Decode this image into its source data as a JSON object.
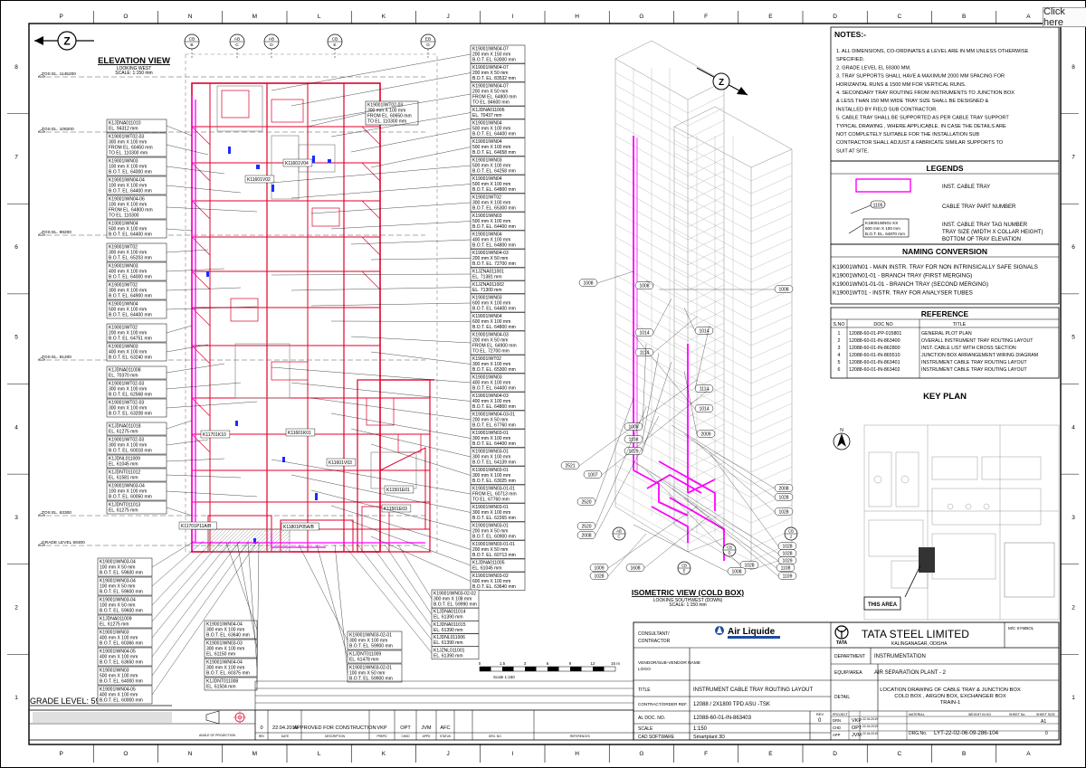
{
  "border": {
    "columns": [
      "P",
      "O",
      "N",
      "M",
      "L",
      "K",
      "J",
      "I",
      "H",
      "G",
      "F",
      "E",
      "D",
      "C",
      "B",
      "A"
    ],
    "rows": [
      "8",
      "7",
      "6",
      "5",
      "4",
      "3",
      "2",
      "1"
    ]
  },
  "elevation": {
    "title": "ELEVATION VIEW",
    "subtitle1": "LOOKING WEST",
    "subtitle2": "SCALE: 1:150 mm",
    "bubbles": [
      {
        "top": "CB",
        "bot": "B"
      },
      {
        "top": "AB",
        "bot": "C"
      },
      {
        "top": "AB",
        "bot": "D"
      },
      {
        "top": "CB",
        "bot": "E"
      },
      {
        "top": "EB",
        "bot": "G"
      }
    ],
    "levels": [
      "TOS EL. 1145200",
      "TOS EL. 108200",
      "TOS EL. 99200",
      "TOS EL. 81200",
      "TOS EL. 63300",
      "GRADE LEVEL 59300"
    ],
    "grade_label": "GRADE LEVEL: 59300 mm",
    "equipment": [
      "K11601V02",
      "K11601V04",
      "K11701K10",
      "K11601K01",
      "K11601V03",
      "K11501E01",
      "K11501E03",
      "K11701P11A/B",
      "K11801P05A/B"
    ]
  },
  "callouts_left": [
    [
      "K1JDNA011010",
      "EL. 94312 mm"
    ],
    [
      "K19001IWT02-03",
      "300 mm X 100 mm",
      "FROM EL. 60450 mm",
      "TO EL. 110300 mm"
    ],
    [
      "K19001IWN03",
      "100 mm X 100 mm",
      "B.O.T. EL. 64000 mm"
    ],
    [
      "K19001IWN04-04",
      "100 mm X 100 mm",
      "B.O.T. EL. 64400 mm"
    ],
    [
      "K19001IWN04-06",
      "100 mm X 100 mm",
      "FROM EL. 64800 mm",
      "TO EL. 110300"
    ],
    [
      "K19001IWN04",
      "500 mm X 100 mm",
      "B.O.T. EL. 64400 mm"
    ],
    [
      "K19001IWT02",
      "300 mm X 100 mm",
      "B.O.T. EL. 65203 mm"
    ],
    [
      "K19001IWN03",
      "400 mm X 100 mm",
      "B.O.T. EL. 64000 mm"
    ],
    [
      "K19001IWT02",
      "300 mm X 100 mm",
      "B.O.T. EL. 64900 mm"
    ],
    [
      "K19001IWN04",
      "500 mm X 100 mm",
      "B.O.T. EL. 64400 mm"
    ],
    [
      "K19001IWT02",
      "200 mm X 100 mm",
      "B.O.T. EL. 64751 mm"
    ],
    [
      "K19001IWN03",
      "400 mm X 100 mm",
      "B.O.T. EL. 63240 mm"
    ],
    [
      "K1JDNA011008",
      "EL. 70370 mm"
    ],
    [
      "K19001IWT02-03",
      "300 mm X 100 mm",
      "B.O.T. EL. 62568 mm"
    ],
    [
      "K19001IWT02-03",
      "300 mm X 100 mm",
      "B.O.T. EL. 63208 mm"
    ],
    [
      "K1JDNA011018",
      "EL. 61275 mm"
    ],
    [
      "K19001IWT02-03",
      "300 mm X 100 mm",
      "B.O.T. EL. 60018 mm"
    ],
    [
      "K1JDNL011009",
      "EL. 61045 mm"
    ],
    [
      "K1JDNT011012",
      "EL. 61581 mm"
    ],
    [
      "K19001IWN03-04",
      "100 mm X 100 mm",
      "B.O.T. EL. 60050 mm"
    ],
    [
      "K1JDNT011013",
      "EL. 61275 mm"
    ]
  ],
  "callouts_bottom_left": [
    [
      "K19001IWN03-04",
      "100 mm X 50 mm",
      "B.O.T. EL. 59600 mm"
    ],
    [
      "K19001IWN03-04",
      "100 mm X 50 mm",
      "B.O.T. EL. 59600 mm"
    ],
    [
      "K19001IWN03-04",
      "100 mm X 50 mm",
      "B.O.T. EL. 59600 mm"
    ],
    [
      "K1JDNA011009",
      "EL. 61275 mm"
    ],
    [
      "K19001IWN03",
      "400 mm X 100 mm",
      "B.O.T. EL. 60366 mm"
    ],
    [
      "K19001IWN04-05",
      "400 mm X 100 mm",
      "B.O.T. EL. 63650 mm"
    ],
    [
      "K19001IWN03",
      "500 mm X 100 mm",
      "B.O.T. EL. 64000 mm"
    ],
    [
      "K19001IWN04-05",
      "400 mm X 100 mm",
      "B.O.T. EL. 60000 mm"
    ]
  ],
  "callouts_bottom_mid": [
    [
      "K19001IWN04-04",
      "300 mm X 100 mm",
      "B.O.T. EL. 63640 mm"
    ],
    [
      "K19001IWN03-03",
      "300 mm X 100 mm",
      "EL. 61150 mm"
    ],
    [
      "K19001IWN04-04",
      "300 mm X 100 mm",
      "B.O.T. EL. 60375 mm"
    ],
    [
      "K1JDNT011008",
      "EL. 61504 mm"
    ]
  ],
  "callouts_bottom_mid2": [
    [
      "K19001IWN03-02-01",
      "300 mm X 100 mm",
      "B.O.T. EL. 59900 mm"
    ],
    [
      "K1JDNT011009",
      "EL. 61478 mm"
    ],
    [
      "K19001IWN03-02-01",
      "100 mm X 50 mm",
      "B.O.T. EL. 59900 mm"
    ]
  ],
  "callout_top_mid": [
    "K19001IWT02-03",
    "300 mm X 100 mm",
    "FROM EL. 60650 mm",
    "TO EL. 110300 mm"
  ],
  "callouts_right": [
    [
      "K19001IWN04-07",
      "200 mm X 150 mm",
      "B.O.T. EL. 63000 mm"
    ],
    [
      "K19001IWN04-07",
      "200 mm X 50 mm",
      "B.O.T. EL. 83532 mm"
    ],
    [
      "K19001IWN04-07",
      "200 mm X 50 mm",
      "FROM EL. 64800 mm",
      "TO EL. 84600 mm"
    ],
    [
      "K1JDNA011006",
      "EL. 70437 mm"
    ],
    [
      "K19001IWN04",
      "500 mm X 100 mm",
      "B.O.T. EL. 64400 mm"
    ],
    [
      "K19001IWN04",
      "500 mm X 100 mm",
      "B.O.T. EL. 64658 mm"
    ],
    [
      "K19001IWN03",
      "500 mm X 100 mm",
      "B.O.T. EL. 64258 mm"
    ],
    [
      "K19001IWN04",
      "500 mm X 100 mm",
      "B.O.T. EL. 64800 mm"
    ],
    [
      "K19001IWT02",
      "300 mm X 100 mm",
      "B.O.T. EL. 65300 mm"
    ],
    [
      "K19001IWN03",
      "500 mm X 100 mm",
      "B.O.T. EL. 64400 mm"
    ],
    [
      "K19001IWN04",
      "400 mm X 100 mm",
      "B.O.T. EL. 64800 mm"
    ],
    [
      "K19001IWN04-03",
      "200 mm X 50 mm",
      "B.O.T. EL. 72700 mm"
    ],
    [
      "K1JZNA011001",
      "EL. 71381 mm"
    ],
    [
      "K1JZNA011002",
      "EL. 71300 mm"
    ],
    [
      "K19001IWN03",
      "600 mm X 100 mm",
      "B.O.T. EL. 64400 mm"
    ],
    [
      "K19001IWN04",
      "600 mm X 100 mm",
      "B.O.T. EL. 64800 mm"
    ],
    [
      "K19001IWN04-03",
      "200 mm X 50 mm",
      "FROM EL. 64900 mm",
      "TO EL. 72700 mm"
    ],
    [
      "K19001IWT02",
      "300 mm X 100 mm",
      "B.O.T. EL. 65300 mm"
    ],
    [
      "K19001IWN03",
      "400 mm X 100 mm",
      "B.O.T. EL. 64400 mm"
    ],
    [
      "K19001IWN04-03",
      "400 mm X 100 mm",
      "B.O.T. EL. 64800 mm"
    ],
    [
      "K19001IWN04-03-01",
      "200 mm X 50 mm",
      "B.O.T. EL. 67760 mm"
    ],
    [
      "K19001IWN03-01",
      "300 mm X 100 mm",
      "B.O.T. EL. 64400 mm"
    ],
    [
      "K19001IWN03-01",
      "300 mm X 100 mm",
      "B.O.T. EL. 64139 mm"
    ],
    [
      "K19001IWN03-01",
      "300 mm X 100 mm",
      "B.O.T. EL. 63025 mm"
    ],
    [
      "K19001IWN03-01-01",
      "FROM EL. 60713 mm",
      "TO EL. 67760 mm"
    ],
    [
      "K19001IWN03-01",
      "300 mm X 100 mm",
      "B.O.T. EL. 62265 mm"
    ],
    [
      "K19001IWN03-01",
      "200 mm X 50 mm",
      "B.O.T. EL. 60900 mm"
    ],
    [
      "K19001IWN03-01-01",
      "200 mm X 50 mm",
      "B.O.T. EL. 60713 mm"
    ],
    [
      "K1JDNA011005",
      "EL. 61045 mm"
    ],
    [
      "K19001IWN03-02",
      "600 mm X 100 mm",
      "B.O.T. EL. 63640 mm"
    ]
  ],
  "callouts_right_bottom": [
    [
      "K19001IWN03-02-02",
      "300 mm X 108 mm",
      "B.O.T. EL. 59990 mm"
    ],
    [
      "K1JDNA011014",
      "EL. 61390 mm"
    ],
    [
      "K1JDNA011015",
      "EL. 61390 mm"
    ],
    [
      "K1JDNL011006",
      "EL. 61390 mm"
    ],
    [
      "K1JZNL011001",
      "EL. 61390 mm"
    ]
  ],
  "isometric": {
    "title": "ISOMETRIC VIEW (COLD BOX)",
    "subtitle1": "LOOKING SOUTHWEST (DOWN)",
    "subtitle2": "SCALE: 1:150 mm",
    "tags": [
      "1008",
      "1008",
      "1008",
      "1014",
      "1014",
      "1114",
      "1114",
      "1014",
      "1008",
      "1108",
      "1029",
      "2009",
      "2521",
      "1007",
      "2520",
      "2520",
      "2008",
      "2008",
      "1028",
      "1028",
      "1028",
      "1028",
      "1028",
      "1029",
      "1108",
      "1109",
      "1009",
      "1608",
      "1008",
      "1028"
    ],
    "bubbles": [
      {
        "top": "AB",
        "bot": "C"
      },
      {
        "top": "CB",
        "bot": "E"
      },
      {
        "top": "CB",
        "bot": "D"
      },
      {
        "top": "CB",
        "bot": "2"
      }
    ]
  },
  "scale_bar": {
    "ticks": [
      "0",
      "1.5",
      "3",
      "6",
      "9",
      "12",
      "15 m"
    ],
    "label": "Scale 1:150"
  },
  "notes": {
    "title": "NOTES:-",
    "items": [
      "1. ALL DIMENSIONS, CO-ORDINATES & LEVEL ARE IN MM UNLESS OTHERWISE",
      "    SPECIFIED.",
      "2. GRADE LEVEL EL 59300 MM.",
      "3. TRAY SUPPORTS SHALL HAVE A MAXIMUM 2000 MM SPACING FOR",
      "    HORIZANTAL RUNS & 1500 MM FOR VERTICAL RUNS.",
      "4. SECONDARY TRAY ROUTING FROM INSTRUMENTS TO JUNCTION BOX",
      "& LESS THAN 150 MM WIDE TRAY SIZE SHALL BE DESIGNED &",
      "INSTALLED BY FIELD SUB CONTRACTOR.",
      "5. CABLE TRAY SHALL BE SUPPORTED AS PER CABLE TRAY SUPPORT",
      "TYPICAL DRAWING , WHERE APPLICABLE. IN CASE THE DETAILS ARE",
      "NOT COMPLETELY SUITABLE FOR THE INSTALLATION SUB",
      "CONTRACTOR SHALL ADJUST & FABRICATE SIMILAR SUPPORTS TO",
      "SUIT AT SITE."
    ]
  },
  "legends": {
    "title": "LEGENDS",
    "cable_tray": "INST. CABLE TRAY",
    "part_tag": "1105",
    "part_label": "CABLE TRAY PART NUMBER",
    "tag_box": [
      "K19001WN01-XX",
      "600 mm X 100 mm",
      "B.O.T. EL. 64870 mm"
    ],
    "tag_label1": "INST. CABLE TRAY TAG NUMBER",
    "tag_label2": "TRAY SIZE (WIDTH X COLLAR HEIGHT)",
    "tag_label3": "BOTTOM OF TRAY ELEVATION",
    "tray_color": "#ff00ff"
  },
  "naming": {
    "title": "NAMING CONVERSION",
    "rows": [
      "K19001WN01 - MAIN INSTR. TRAY FOR NON INTRINSICALLY SAFE SIGNALS",
      "K19001WN01-01    - BRANCH TRAY (FIRST MERGING)",
      "K19001WN01-01-01 - BRANCH TRAY (SECOND MERGING)",
      "K19001WT01 - INSTR. TRAY FOR ANALYSER TUBES"
    ]
  },
  "reference": {
    "title": "REFERENCE",
    "headers": [
      "S.NO",
      "DOC NO",
      "TITLE"
    ],
    "rows": [
      [
        "1",
        "12088-60-01-PP-015801",
        "GENERAL PLOT PLAN"
      ],
      [
        "2",
        "12088-60-01-IN-863400",
        "OVERALL INSTRUMENT TRAY ROUTING LAYOUT"
      ],
      [
        "3",
        "12088-60-01-IN-862800",
        "INST. CABLE LIST WITH CROSS SECTION"
      ],
      [
        "4",
        "12088-60-01-IN-865510",
        "JUNCTION BOX ARRANGEMENT WIRING DIAGRAM"
      ],
      [
        "5",
        "12088-60-01-IN-863401",
        "INSTRUMENT CABLE TRAY ROUTING LAYOUT"
      ],
      [
        "6",
        "12088-60-01-IN-863402",
        "INSTRUMENT CABLE TRAY ROUTING LAYOUT"
      ]
    ]
  },
  "key_plan": {
    "title": "KEY PLAN",
    "this_area": "THIS AREA",
    "north": "N"
  },
  "title_block": {
    "consultant_label": "CONSULTANT/ CONTRACTOR",
    "consultant_logo": "Air Liquide",
    "vendor_label": "VENDOR/SUB-VENDOR NAME, LOGO",
    "owner_name": "TATA STEEL LIMITED",
    "owner_loc": "KALINGANAGAR, ODISHA",
    "owner_logo": "TATA",
    "department_label": "DEPARTMENT",
    "department": "INSTRUMENTATION",
    "equipment_label": "EQUIP/AREA",
    "equipment": "AIR SEPARATION PLANT - 2",
    "title_label": "TITLE",
    "title": "INSTRUMENT CABLE TRAY ROUTING LAYOUT",
    "contract_label": "CONTRACT/ORDER REF.",
    "contract": "12088 / 2X1800 TPD ASU -TSK",
    "al_doc_label": "AL DOC. NO.",
    "al_doc": "12088-60-01-IN-863403",
    "rev_label": "REV",
    "rev": "0",
    "scale_label": "SCALE",
    "scale": "1:150",
    "cad_label": "CAD SOFTWARE",
    "cad": "Smartplant 3D",
    "detail_label": "DETAIL",
    "detail": [
      "LOCATION DRAWING OF CABLE TRAY & JUNCTION BOX",
      "COLD BOX , ARGON BOX, EXCHANGER BOX",
      "TRAIN-1"
    ],
    "mc_symbol": "M/C SYMBOL",
    "project_label": "PROJECT",
    "drn": [
      "DRN",
      "VKP",
      "22.04.2019"
    ],
    "chd": [
      "CHD",
      "OPT",
      "22.04.2019"
    ],
    "app": [
      "APP",
      "JVM",
      "22.04.2019"
    ],
    "material_label": "MATERIAL",
    "weight_label": "WEIGHT IN KG",
    "sheet_label": "SHEET No",
    "size_label": "SHEET SIZE",
    "sheet_size": "A1",
    "drg_label": "DRG.No.",
    "drg_no": "LYT-22-02-06-09-286-104",
    "rev2": "0"
  },
  "revision": {
    "row": [
      "0",
      "22.04.2019",
      "APPROVED FOR CONSTRUCTION",
      "VKP",
      "OPT",
      "JVM",
      "AFC"
    ],
    "headers": [
      "REV",
      "DATE",
      "DESCRIPTION",
      "PREPD",
      "CHKD",
      "APPD",
      "STATUS"
    ],
    "drg_no_label": "DRG. NO.",
    "references_label": "REFERENCES",
    "angle_label": "ANGLE OF PROJECTION"
  },
  "ui": {
    "click_here": "Click here"
  }
}
